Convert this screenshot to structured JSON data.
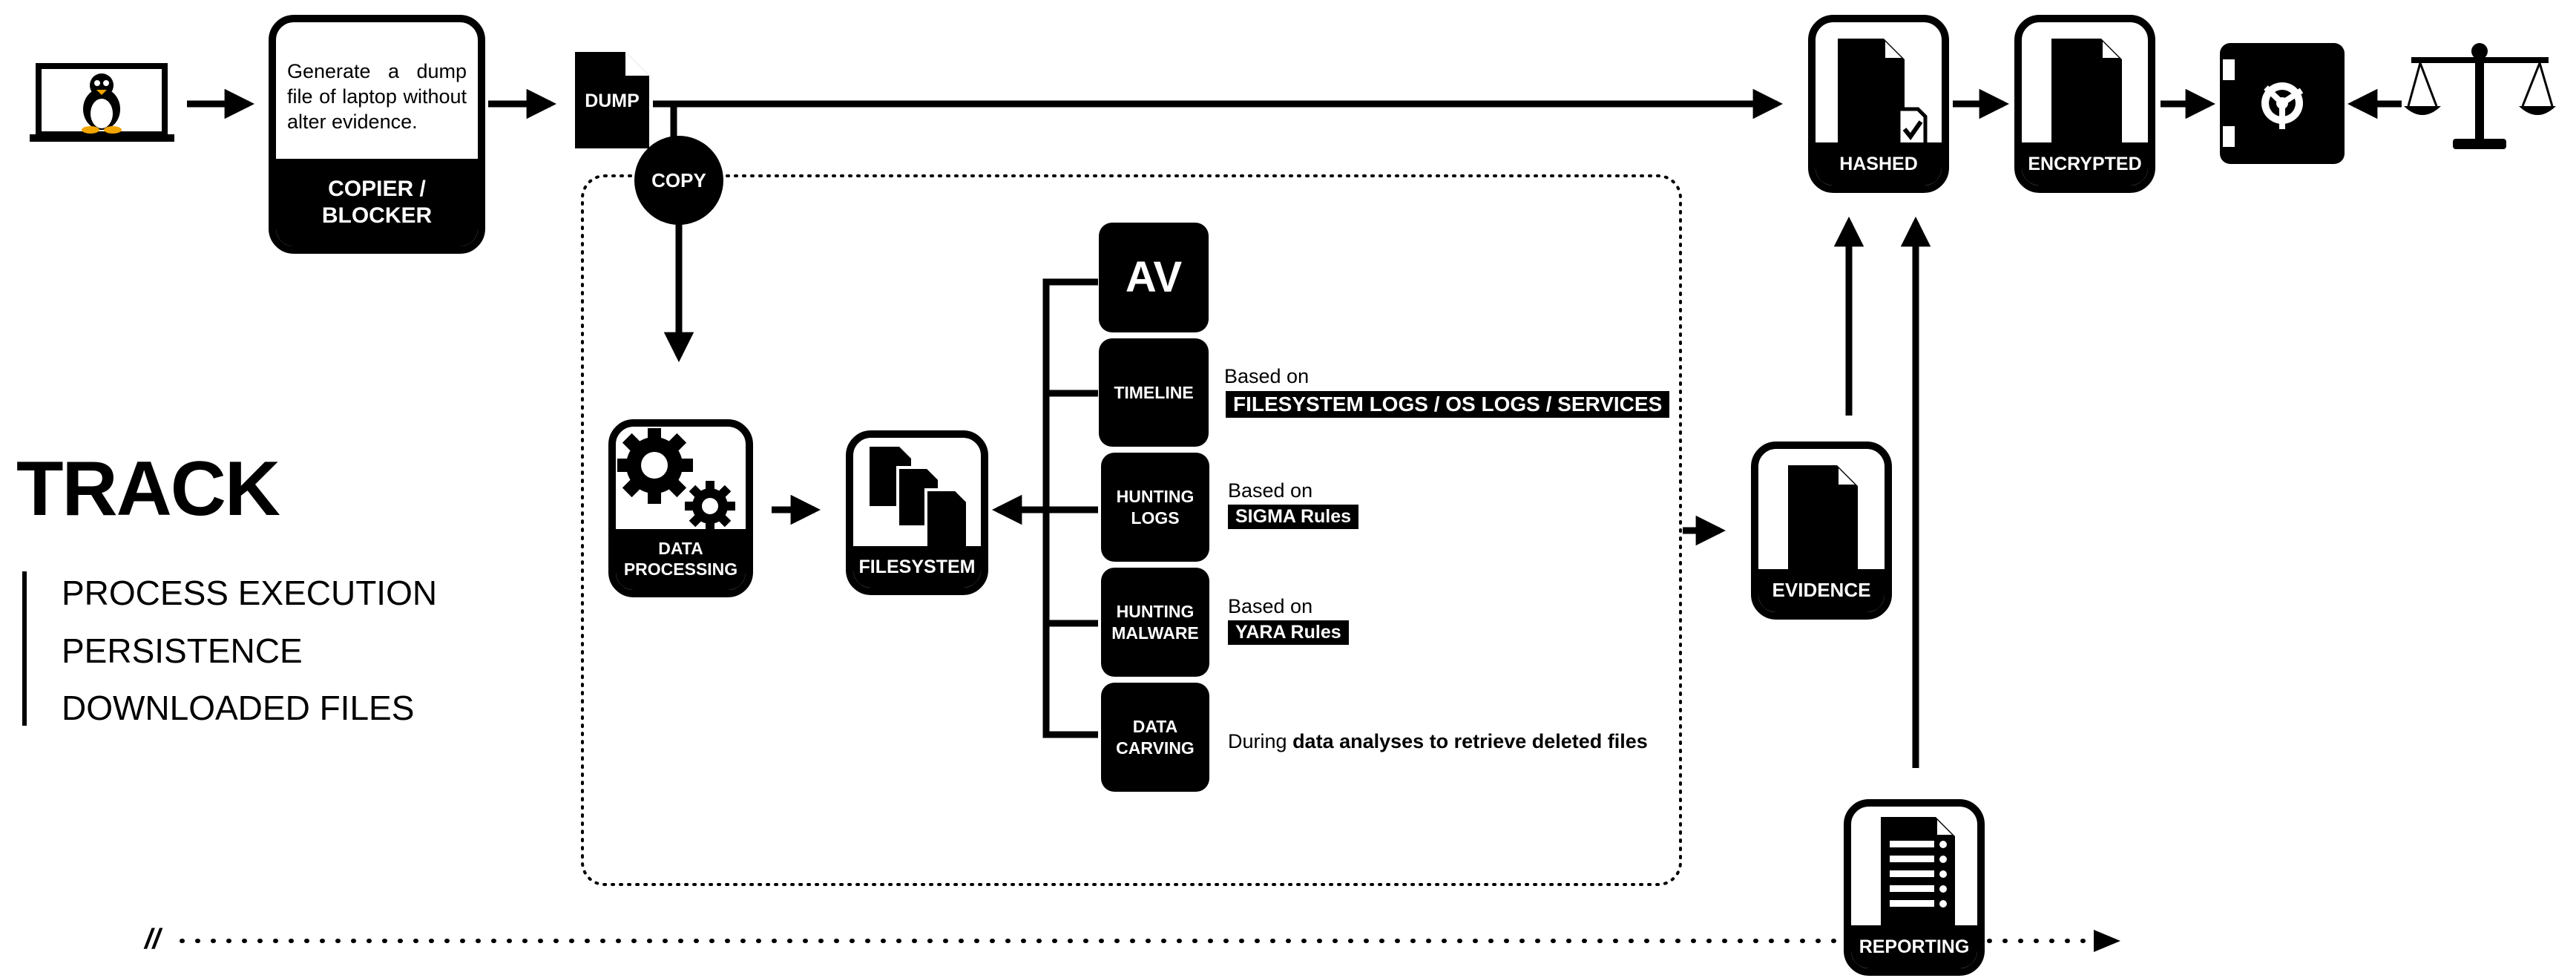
{
  "copier": {
    "description": "Generate a dump file of laptop without alter evidence.",
    "label_line1": "COPIER /",
    "label_line2": "BLOCKER"
  },
  "dump_label": "DUMP",
  "copy_label": "COPY",
  "hashed_label": "HASHED",
  "encrypted_label": "ENCRYPTED",
  "data_processing": {
    "line1": "DATA",
    "line2": "PROCESSING"
  },
  "filesystem_label": "FILESYSTEM",
  "analyses": {
    "av": "AV",
    "timeline": "TIMELINE",
    "hunting_logs": {
      "line1": "HUNTING",
      "line2": "LOGS"
    },
    "hunting_malware": {
      "line1": "HUNTING",
      "line2": "MALWARE"
    },
    "data_carving": {
      "line1": "DATA",
      "line2": "CARVING"
    }
  },
  "annotations": {
    "timeline_prefix": "Based on",
    "timeline_tag": "FILESYSTEM LOGS / OS LOGS / SERVICES",
    "logs_prefix": "Based on",
    "logs_tag": "SIGMA Rules",
    "malware_prefix": "Based on",
    "malware_tag": "YARA Rules",
    "carving_prefix": "During",
    "carving_bold": "data analyses to retrieve deleted files"
  },
  "evidence_label": "EVIDENCE",
  "reporting_label": "REPORTING",
  "track": {
    "title": "TRACK",
    "items": [
      "PROCESS EXECUTION",
      "PERSISTENCE",
      "DOWNLOADED FILES"
    ]
  },
  "timeline_marker": "//"
}
